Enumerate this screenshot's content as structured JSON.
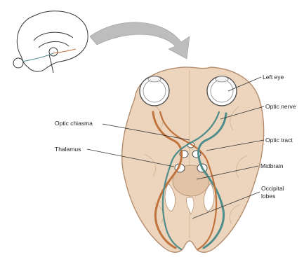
{
  "labels": {
    "left_eye": "Left eye",
    "optic_nerve": "Optic nerve",
    "optic_chiasma": "Optic chiasma",
    "optic_tract": "Optic tract",
    "thalamus": "Thalamus",
    "midbrain": "Midbrain",
    "occipital_lobes_line1": "Occipital",
    "occipital_lobes_line2": "lobes"
  },
  "colors": {
    "brain_fill": "#edd5bd",
    "brain_outline": "#b48d6e",
    "left_pathway": "#c0733d",
    "right_pathway": "#4f8d8a",
    "arrow_fill": "#bdbdbd",
    "leader_line": "#333333"
  }
}
